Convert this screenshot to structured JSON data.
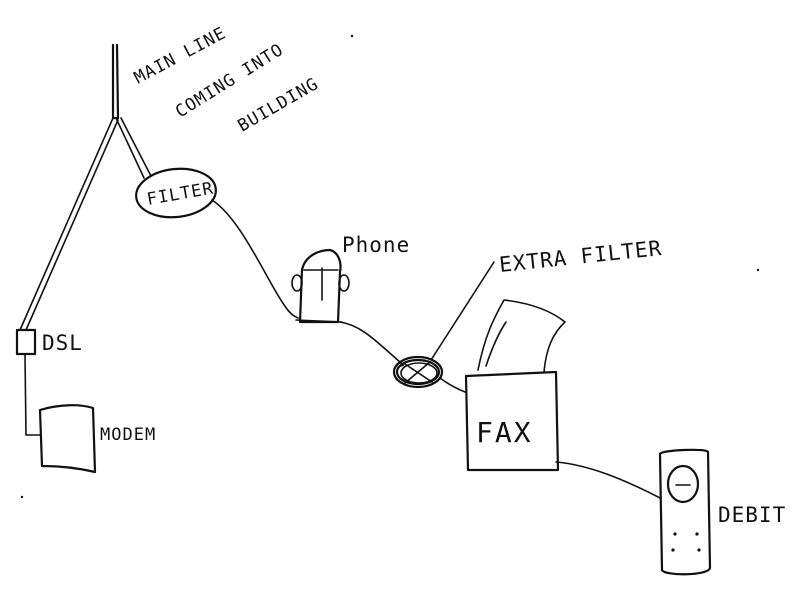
{
  "labels": {
    "main_line_1": "MAIN LINE",
    "main_line_2": "COMING INTO",
    "main_line_3": "BUILDING",
    "filter": "FILTER",
    "phone": "Phone",
    "extra_filter": "EXTRA FILTER",
    "dsl": "DSL",
    "modem": "MODEM",
    "fax": "FAX",
    "debit": "DEBIT"
  },
  "colors": {
    "ink": "#111111",
    "paper": "#ffffff"
  }
}
